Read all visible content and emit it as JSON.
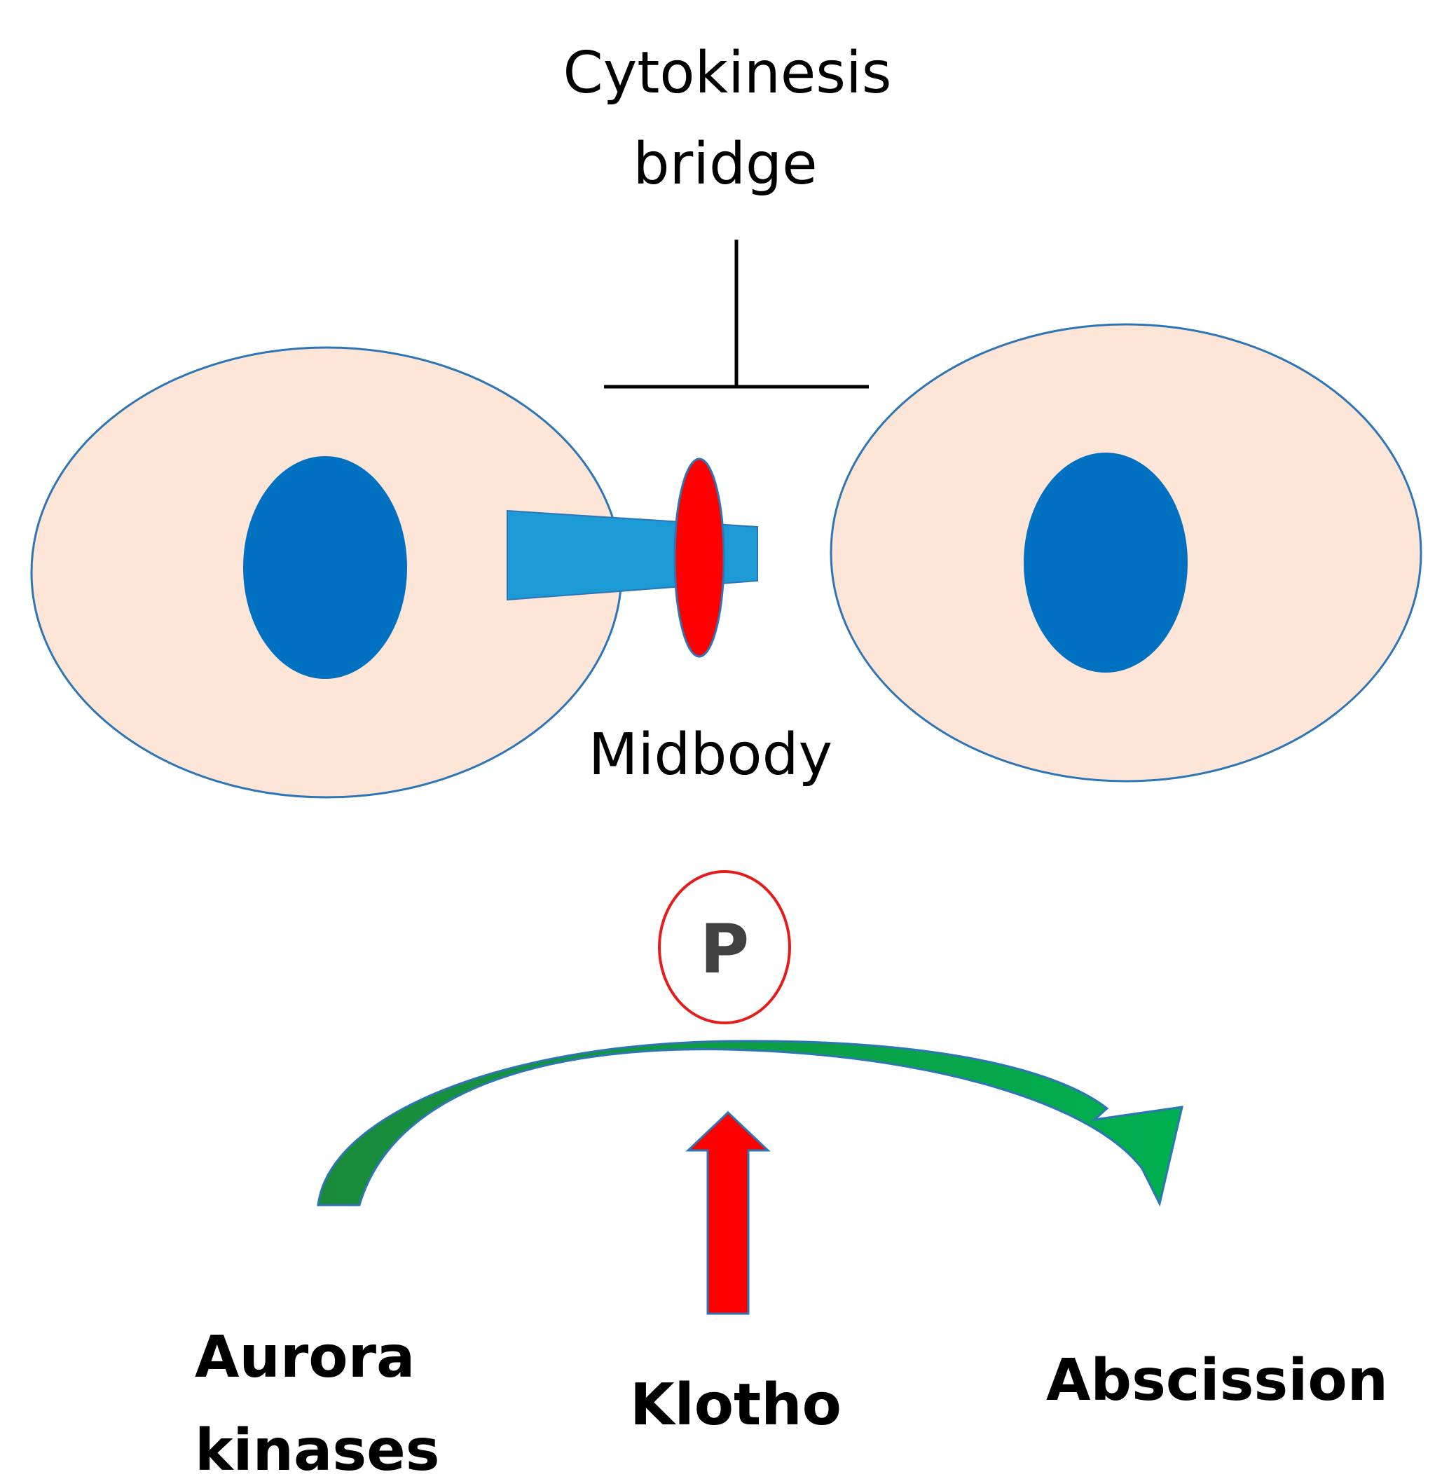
{
  "labels": {
    "bridge_line1": "Cytokinesis",
    "bridge_line2": "bridge",
    "midbody": "Midbody",
    "phospho": "P",
    "aurora_line1": "Aurora",
    "aurora_line2": "kinases",
    "klotho": "Klotho",
    "abscission": "Abscission"
  },
  "colors": {
    "cytoplasm": "#fde5d7",
    "cell_outline": "#2e75b6",
    "nucleus": "#0070c0",
    "bridge": "#1b9ad6",
    "midbody": "#ff0000",
    "phospho_ring": "#e51c1c",
    "phospho_text": "#404040",
    "arc_start": "#1a8a3a",
    "arc_end": "#00b050",
    "klotho_arrow": "#ff0000",
    "arrow_outline": "#2e75b6"
  }
}
